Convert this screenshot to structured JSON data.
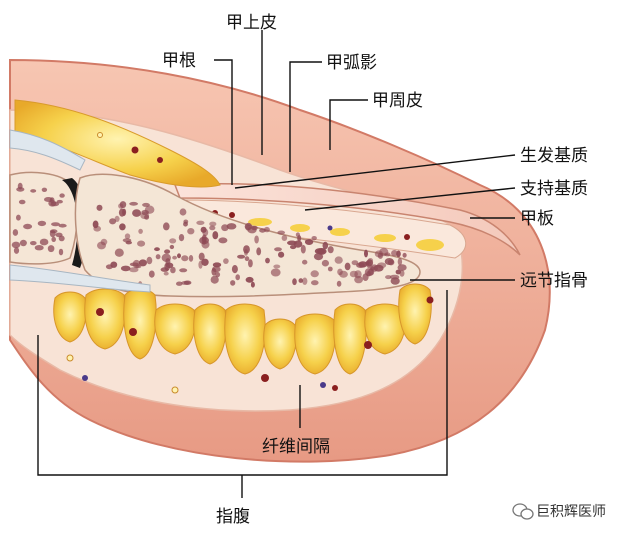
{
  "labels": {
    "nail_cuticle": "甲上皮",
    "nail_root": "甲根",
    "lunula": "甲弧影",
    "paronychium": "甲周皮",
    "germinal_matrix": "生发基质",
    "sterile_matrix": "支持基质",
    "nail_plate": "甲板",
    "distal_phalanx": "远节指骨",
    "fibrous_septa": "纤维间隔",
    "finger_pad": "指腹"
  },
  "watermark": "巨积辉医师",
  "colors": {
    "skin": "#f2b29c",
    "skin_dark": "#e08f79",
    "bone": "#f4e6d6",
    "bone_pore": "#8e4a55",
    "fat": "#f2c233",
    "fat_light": "#fde48a",
    "tissue": "#f9e6d8",
    "nail": "#f7d8cf"
  }
}
